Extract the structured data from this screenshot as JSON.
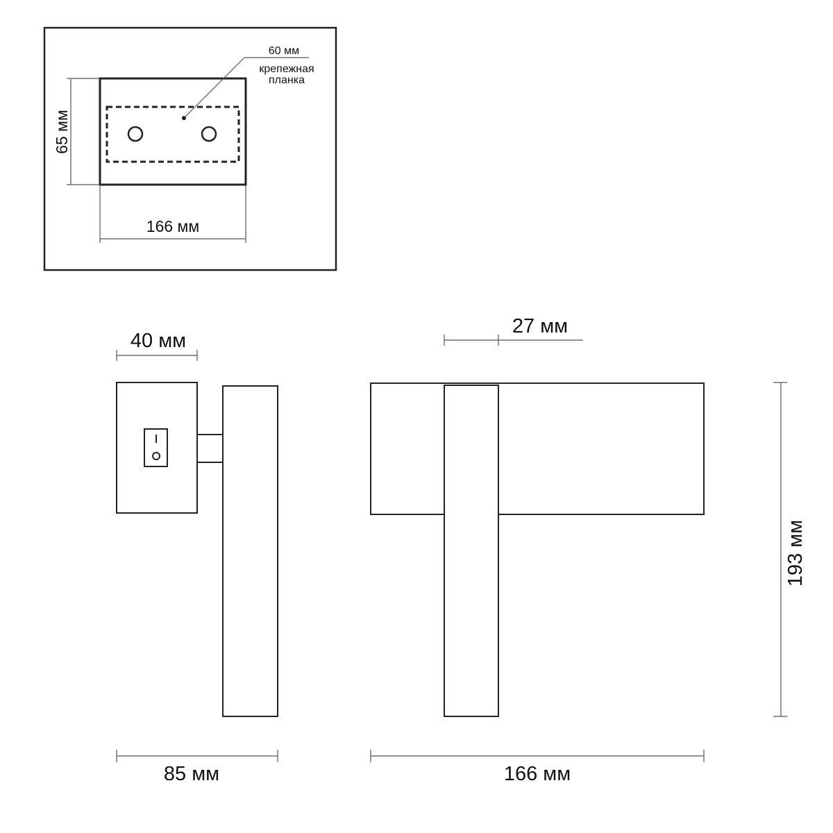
{
  "top_view": {
    "dim_width": "166 мм",
    "dim_height": "65 мм",
    "dim_plate": "60 мм",
    "plate_label_line1": "крепежная",
    "plate_label_line2": "планка"
  },
  "side_view": {
    "dim_depth_top": "40 мм",
    "dim_depth_bottom": "85 мм",
    "switch_symbol_on": "I",
    "switch_symbol_off": "O"
  },
  "front_view": {
    "dim_panel_width": "27 мм",
    "dim_width": "166 мм",
    "dim_height": "193 мм"
  }
}
